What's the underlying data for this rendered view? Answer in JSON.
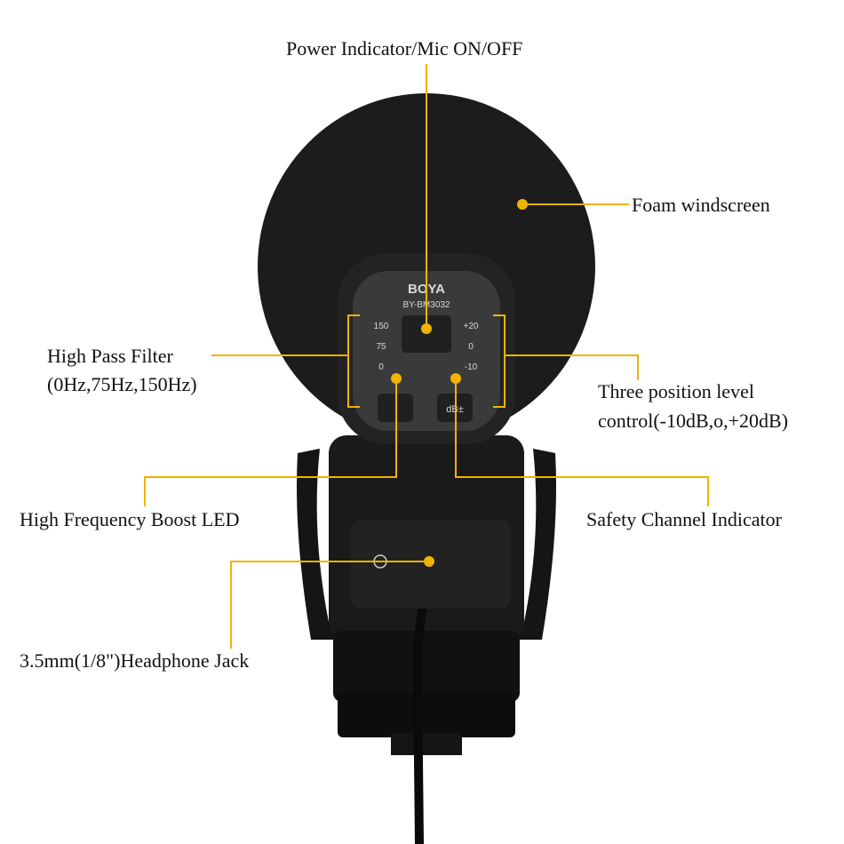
{
  "colors": {
    "leader": "#f0b400",
    "foam": "#1c1c1c",
    "body": "#1e1e1e",
    "panel": "#3a3a3a"
  },
  "labels": {
    "power": "Power Indicator/Mic ON/OFF",
    "foam": "Foam windscreen",
    "high_pass_line1": "High Pass Filter",
    "high_pass_line2": "(0Hz,75Hz,150Hz)",
    "level_line1": "Three position level",
    "level_line2": "control(-10dB,o,+20dB)",
    "hf_boost": "High Frequency Boost LED",
    "safety": "Safety Channel Indicator",
    "headphone": "3.5mm(1/8\")Headphone Jack"
  },
  "device": {
    "brand": "BOYA",
    "model": "BY-BM3032",
    "hpf_marks": [
      "150",
      "75",
      "0"
    ],
    "level_marks": [
      "+20",
      "0",
      "-10"
    ],
    "level_button": "dB±"
  }
}
